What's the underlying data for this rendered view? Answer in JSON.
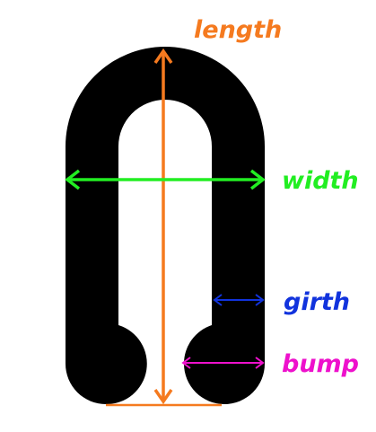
{
  "labels": {
    "length": "length",
    "width": "width",
    "girth": "girth",
    "bump": "bump"
  },
  "colors": {
    "shape": "#000000",
    "length": "#f57a1f",
    "width": "#22ee22",
    "girth": "#1133dd",
    "bump": "#ee11cc",
    "background": "#ffffff"
  }
}
